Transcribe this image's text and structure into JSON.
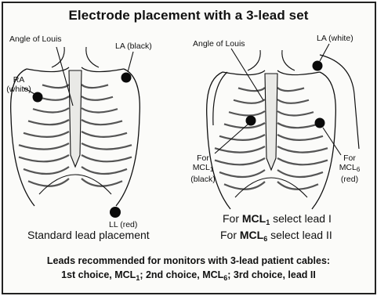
{
  "title": "Electrode placement with a 3-lead set",
  "left": {
    "angle_of_louis": "Angle of Louis",
    "la": "LA (black)",
    "ra_1": "RA",
    "ra_2": "(white)",
    "ll": "LL (red)",
    "caption": "Standard lead placement"
  },
  "right": {
    "angle_of_louis": "Angle of Louis",
    "la": "LA (white)",
    "mcl1_for": "For",
    "mcl1_name": "MCL",
    "mcl1_sub": "1",
    "mcl1_color": "(black)",
    "mcl6_for": "For",
    "mcl6_name": "MCL",
    "mcl6_sub": "6",
    "mcl6_color": "(red)",
    "select1_pre": "For ",
    "select1_lead": "MCL",
    "select1_sub": "1",
    "select1_post": " select lead I",
    "select6_pre": "For ",
    "select6_lead": "MCL",
    "select6_sub": "6",
    "select6_post": " select lead II"
  },
  "footer": {
    "line1": "Leads recommended for monitors with 3-lead patient cables:",
    "l2_a": "1st choice, MCL",
    "l2_a_sub": "1",
    "l2_b": "; 2nd choice, MCL",
    "l2_b_sub": "6",
    "l2_c": "; 3rd choice, lead II"
  },
  "colors": {
    "ink": "#111111",
    "electrode": "#0a0a0a",
    "bone": "#555555"
  }
}
